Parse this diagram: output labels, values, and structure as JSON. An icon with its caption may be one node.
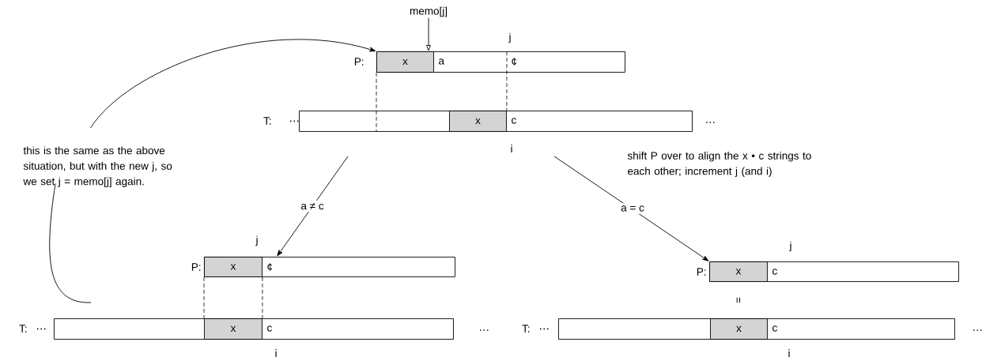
{
  "diagram": {
    "nodes": [
      {
        "text": [],
        "shape": "bar"
      },
      {
        "text": [
          "x"
        ],
        "in": 0
      },
      {
        "text": [
          "a"
        ],
        "in": 0
      },
      {
        "text": [
          "¢"
        ],
        "in": 0
      },
      {
        "text": [],
        "shape": "bar"
      },
      {
        "text": [
          "x"
        ],
        "in": 4
      },
      {
        "text": [
          "c"
        ],
        "in": 4
      },
      {
        "text": [],
        "shape": "bar"
      },
      {
        "text": [
          "x"
        ],
        "in": 7
      },
      {
        "text": [
          "¢"
        ],
        "in": 7
      },
      {
        "text": [],
        "shape": "bar"
      },
      {
        "text": [
          "x"
        ],
        "in": 10
      },
      {
        "text": [
          "c"
        ],
        "in": 10
      },
      {
        "text": [],
        "shape": "bar"
      },
      {
        "text": [
          "x"
        ],
        "in": 13
      },
      {
        "text": [
          "c"
        ],
        "in": 13
      },
      {
        "text": [],
        "shape": "bar"
      },
      {
        "text": [
          "x"
        ],
        "in": 16
      },
      {
        "text": [
          "c"
        ],
        "in": 16
      },
      {
        "text": [
          "memo[j]"
        ]
      },
      {
        "text": [
          "this is the same as the above situation, but with the new j, so we set j = memo[j] again."
        ]
      }
    ],
    "edges": [
      {
        "from": 19,
        "to": 0,
        "arrow": "to"
      },
      {
        "from": 20,
        "to": 0,
        "arrow": "to"
      },
      {
        "from": 20,
        "to": null,
        "arrow": "none"
      },
      {
        "from": 4,
        "to": 7,
        "arrow": "to",
        "label": "a ≠ c"
      },
      {
        "from": 4,
        "to": 13,
        "arrow": "to",
        "label": "a = c"
      },
      {
        "from": 0,
        "to": 4,
        "arrow": "none",
        "style": "dashed"
      },
      {
        "from": 0,
        "to": 4,
        "arrow": "none",
        "style": "dashed"
      },
      {
        "from": 7,
        "to": 10,
        "arrow": "none",
        "style": "dashed"
      },
      {
        "from": 7,
        "to": 10,
        "arrow": "none",
        "style": "dashed"
      }
    ],
    "labels": [
      "j",
      "P:",
      "T:",
      "⋯",
      "…",
      "i",
      "shift P over to align the x • c strings to each other; increment j (and i)",
      "j",
      "P:",
      "T:",
      "⋯",
      "…",
      "i",
      "j",
      "P:",
      "=",
      "T:",
      "⋯",
      "…",
      "i"
    ]
  }
}
